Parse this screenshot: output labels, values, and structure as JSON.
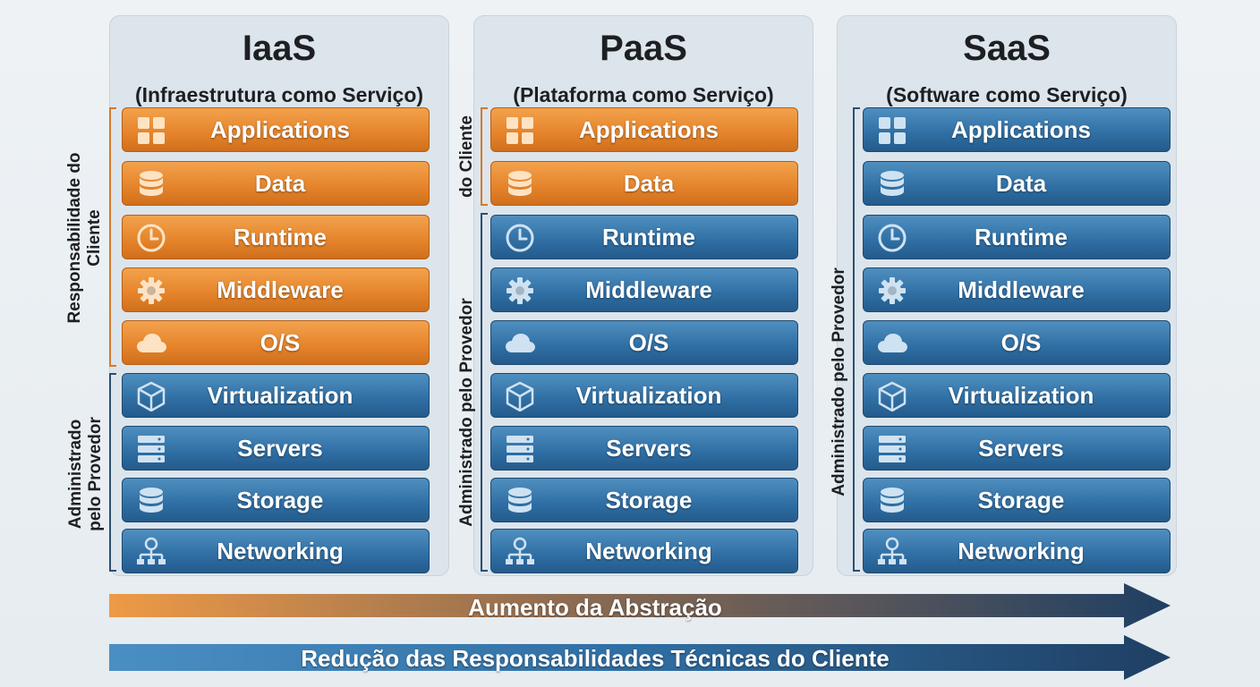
{
  "columns": [
    {
      "title": "IaaS",
      "subtitle": "(Infraestrutura como Serviço)",
      "left_label": [
        "Responsabilidade do",
        "Cliente"
      ],
      "left_label2": [
        "Administrado",
        "pelo Provedor"
      ],
      "layers": [
        {
          "label": "Applications",
          "icon": "applications-icon",
          "color": "orange"
        },
        {
          "label": "Data",
          "icon": "database-icon",
          "color": "orange"
        },
        {
          "label": "Runtime",
          "icon": "clock-icon",
          "color": "orange"
        },
        {
          "label": "Middleware",
          "icon": "gear-icon",
          "color": "orange"
        },
        {
          "label": "O/S",
          "icon": "cloud-icon",
          "color": "orange"
        },
        {
          "label": "Virtualization",
          "icon": "cube-icon",
          "color": "blue"
        },
        {
          "label": "Servers",
          "icon": "server-icon",
          "color": "blue"
        },
        {
          "label": "Storage",
          "icon": "storage-icon",
          "color": "blue"
        },
        {
          "label": "Networking",
          "icon": "network-icon",
          "color": "blue"
        }
      ]
    },
    {
      "title": "PaaS",
      "subtitle": "(Plataforma como Serviço)",
      "left_label": "do Cliente",
      "left_label2": "Administrado pelo Provedor",
      "layers": [
        {
          "label": "Applications",
          "icon": "applications-icon",
          "color": "orange"
        },
        {
          "label": "Data",
          "icon": "database-icon",
          "color": "orange"
        },
        {
          "label": "Runtime",
          "icon": "clock-icon",
          "color": "blue"
        },
        {
          "label": "Middleware",
          "icon": "gear-icon",
          "color": "blue"
        },
        {
          "label": "O/S",
          "icon": "cloud-icon",
          "color": "blue"
        },
        {
          "label": "Virtualization",
          "icon": "cube-icon",
          "color": "blue"
        },
        {
          "label": "Servers",
          "icon": "server-icon",
          "color": "blue"
        },
        {
          "label": "Storage",
          "icon": "storage-icon",
          "color": "blue"
        },
        {
          "label": "Networking",
          "icon": "network-icon",
          "color": "blue"
        }
      ]
    },
    {
      "title": "SaaS",
      "subtitle": "(Software como Serviço)",
      "left_label2": "Administrado pelo Provedor",
      "layers": [
        {
          "label": "Applications",
          "icon": "applications-icon",
          "color": "blue"
        },
        {
          "label": "Data",
          "icon": "database-icon",
          "color": "blue"
        },
        {
          "label": "Runtime",
          "icon": "clock-icon",
          "color": "blue"
        },
        {
          "label": "Middleware",
          "icon": "gear-icon",
          "color": "blue"
        },
        {
          "label": "O/S",
          "icon": "cloud-icon",
          "color": "blue"
        },
        {
          "label": "Virtualization",
          "icon": "cube-icon",
          "color": "blue"
        },
        {
          "label": "Servers",
          "icon": "server-icon",
          "color": "blue"
        },
        {
          "label": "Storage",
          "icon": "storage-icon",
          "color": "blue"
        },
        {
          "label": "Networking",
          "icon": "network-icon",
          "color": "blue"
        }
      ]
    }
  ],
  "arrows": {
    "abstraction": "Aumento da Abstração",
    "responsibility": "Redução das Responsabilidades Técnicas do Cliente"
  },
  "colors": {
    "orange": "#e4832a",
    "blue": "#2f6ea3",
    "dark_navy": "#1f3f63"
  }
}
